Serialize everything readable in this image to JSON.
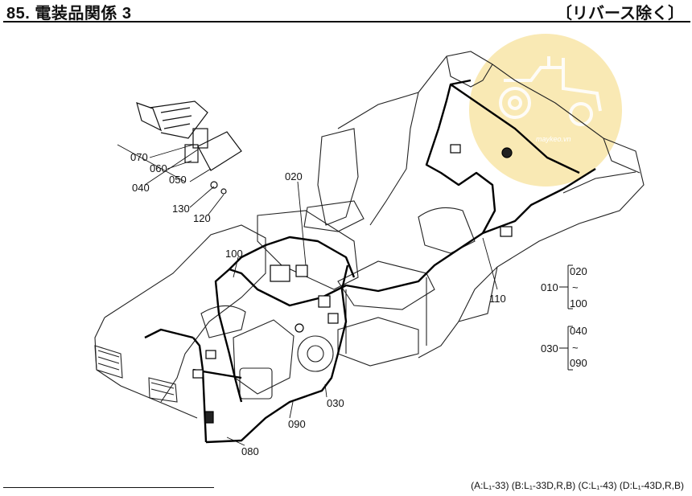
{
  "header": {
    "title": "85. 電装品関係 3",
    "note": "〔リバース除く〕"
  },
  "watermark": {
    "text": "maykeo.vn",
    "color": "#f6dd8c",
    "icon": "tractor-logo-icon"
  },
  "callouts": {
    "p020": "020",
    "p030": "030",
    "p040": "040",
    "p050": "050",
    "p060": "060",
    "p070": "070",
    "p080": "080",
    "p090": "090",
    "p100": "100",
    "p110": "110",
    "p120": "120",
    "p130": "130"
  },
  "legend": {
    "group1": {
      "parent": "010",
      "from": "020",
      "tilde": "~",
      "to": "100"
    },
    "group2": {
      "parent": "030",
      "from": "040",
      "tilde": "~",
      "to": "090"
    }
  },
  "footer": {
    "models": "(A:L₁-33) (B:L₁-33D,R,B) (C:L₁-43) (D:L₁-43D,R,B)"
  }
}
